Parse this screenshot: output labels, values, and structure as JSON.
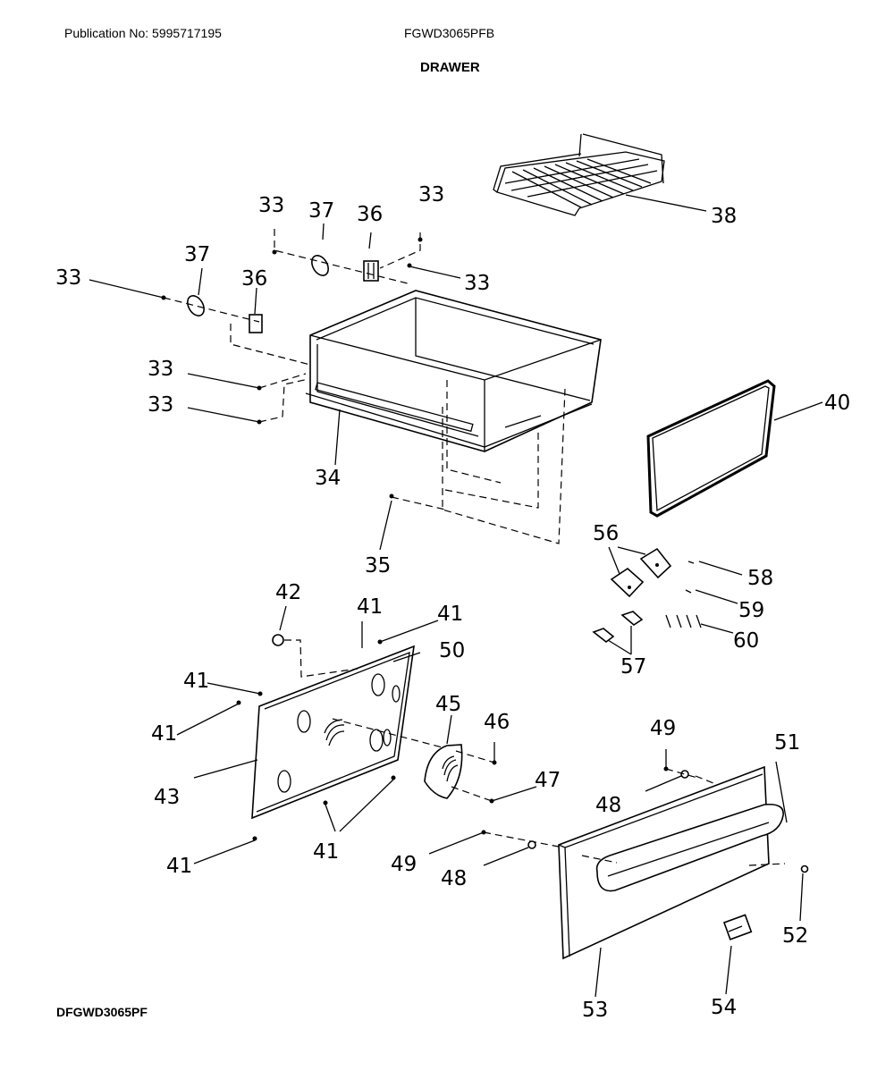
{
  "header": {
    "publication": "Publication No: 5995717195",
    "model": "FGWD3065PFB",
    "section_title": "DRAWER"
  },
  "footer": {
    "code": "DFGWD3065PF"
  },
  "callouts": [
    {
      "id": "c33a",
      "text": "33"
    },
    {
      "id": "c37a",
      "text": "37"
    },
    {
      "id": "c36a",
      "text": "36"
    },
    {
      "id": "c33b",
      "text": "33"
    },
    {
      "id": "c33c",
      "text": "33"
    },
    {
      "id": "c38",
      "text": "38"
    },
    {
      "id": "c37b",
      "text": "37"
    },
    {
      "id": "c36b",
      "text": "36"
    },
    {
      "id": "c33d",
      "text": "33"
    },
    {
      "id": "c33e",
      "text": "33"
    },
    {
      "id": "c33f",
      "text": "33"
    },
    {
      "id": "c34",
      "text": "34"
    },
    {
      "id": "c40",
      "text": "40"
    },
    {
      "id": "c35",
      "text": "35"
    },
    {
      "id": "c56",
      "text": "56"
    },
    {
      "id": "c58",
      "text": "58"
    },
    {
      "id": "c59",
      "text": "59"
    },
    {
      "id": "c60",
      "text": "60"
    },
    {
      "id": "c57",
      "text": "57"
    },
    {
      "id": "c42",
      "text": "42"
    },
    {
      "id": "c41a",
      "text": "41"
    },
    {
      "id": "c41b",
      "text": "41"
    },
    {
      "id": "c50",
      "text": "50"
    },
    {
      "id": "c41c",
      "text": "41"
    },
    {
      "id": "c45",
      "text": "45"
    },
    {
      "id": "c46",
      "text": "46"
    },
    {
      "id": "c41d",
      "text": "41"
    },
    {
      "id": "c49a",
      "text": "49"
    },
    {
      "id": "c51",
      "text": "51"
    },
    {
      "id": "c43",
      "text": "43"
    },
    {
      "id": "c47",
      "text": "47"
    },
    {
      "id": "c48a",
      "text": "48"
    },
    {
      "id": "c41e",
      "text": "41"
    },
    {
      "id": "c41f",
      "text": "41"
    },
    {
      "id": "c49b",
      "text": "49"
    },
    {
      "id": "c48b",
      "text": "48"
    },
    {
      "id": "c52",
      "text": "52"
    },
    {
      "id": "c53",
      "text": "53"
    },
    {
      "id": "c54",
      "text": "54"
    }
  ]
}
